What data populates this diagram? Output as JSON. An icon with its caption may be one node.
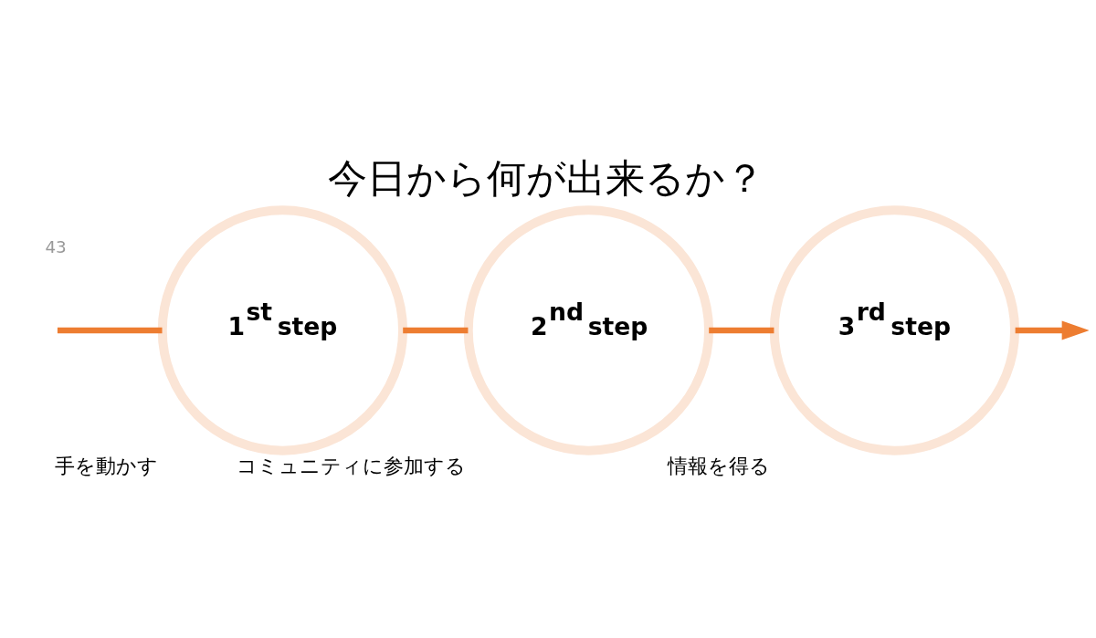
{
  "diagram": {
    "title": "今日から何が出来るか？",
    "nodes": [
      {
        "text": [
          "1$^{st}$ step"
        ],
        "beside": [
          "手を動かす"
        ]
      },
      {
        "text": [
          "2$^{nd}$ step"
        ],
        "beside": [
          "コミュニティに参加する"
        ]
      },
      {
        "text": [
          "3$^{rd}$ step"
        ],
        "beside": [
          "情報を得る"
        ]
      }
    ],
    "edges": [
      {
        "from": null,
        "to": 0,
        "arrow": "none"
      },
      {
        "from": 0,
        "to": 1,
        "arrow": "none"
      },
      {
        "from": 1,
        "to": 2,
        "arrow": "none"
      },
      {
        "from": 2,
        "to": null,
        "arrow": "to"
      }
    ],
    "labels": [
      "43"
    ]
  }
}
